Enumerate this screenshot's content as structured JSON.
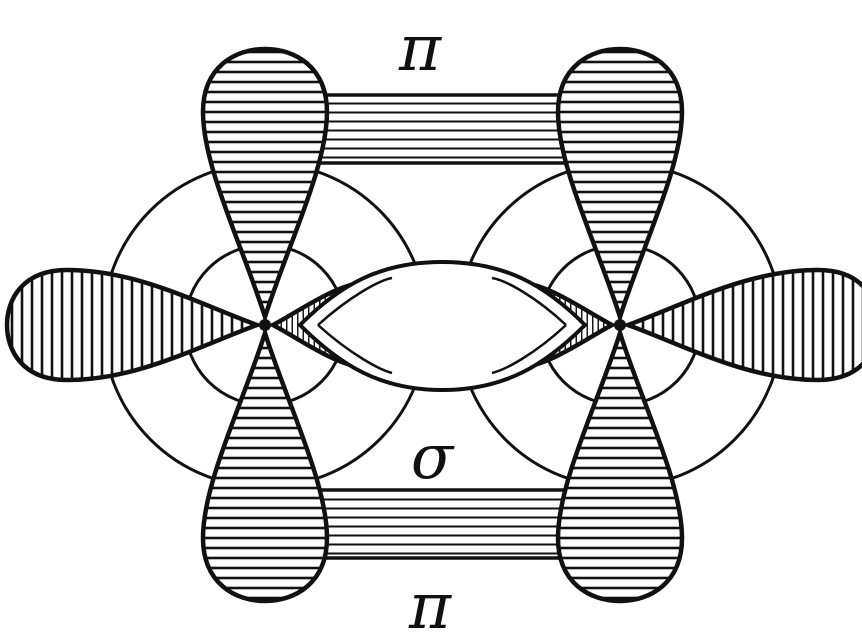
{
  "labels": {
    "pi_top": "π",
    "pi_bottom": "π",
    "sigma": "σ"
  },
  "colors": {
    "ink": "#111111",
    "background": "#ffffff"
  }
}
